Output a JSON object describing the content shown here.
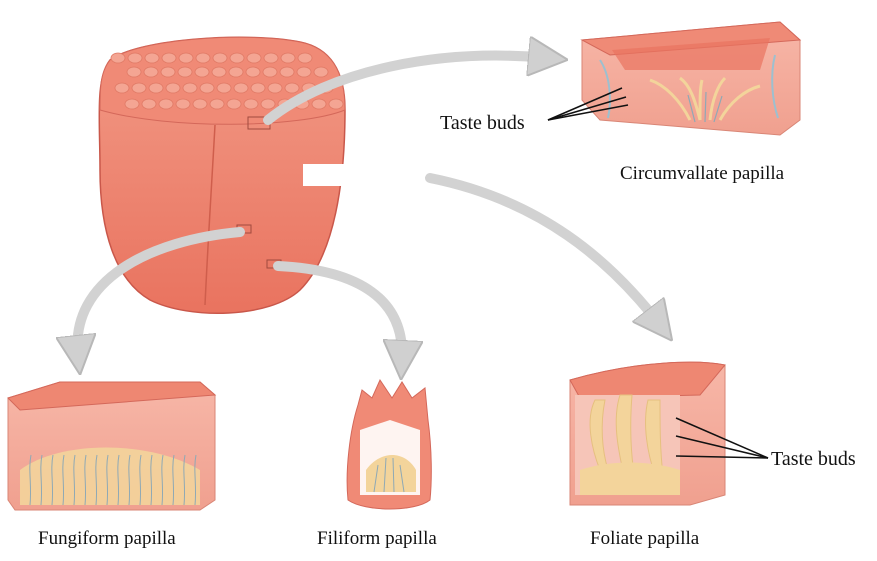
{
  "labels": {
    "taste_buds_top": "Taste buds",
    "circumvallate": "Circumvallate papilla",
    "fungiform": "Fungiform papilla",
    "filiform": "Filiform papilla",
    "foliate": "Foliate papilla",
    "taste_buds_right": "Taste buds"
  },
  "colors": {
    "tongue": "#ef8a78",
    "tongue_dark": "#d9634f",
    "tissue": "#f6b3a4",
    "taste_yellow": "#f3d49b",
    "nerve_blue": "#8fa9b5",
    "arrow": "#d4d4d4"
  }
}
